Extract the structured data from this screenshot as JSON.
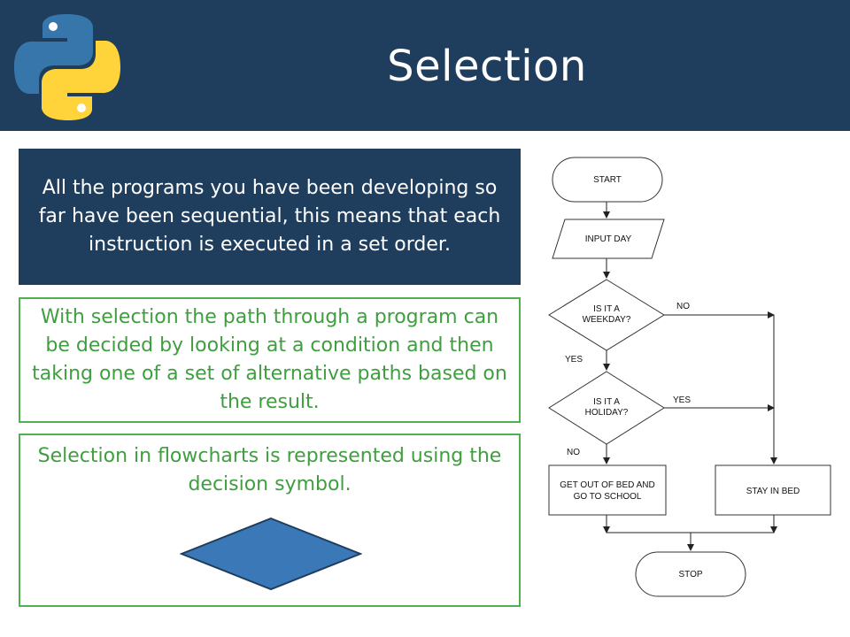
{
  "slide": {
    "title": "Selection"
  },
  "boxes": {
    "intro": "All the programs you have been developing so far have been sequential, this means that each instruction is executed in a set order.",
    "selection_explainer": "With selection the path through a program can be decided by looking at a condition and then taking one of a set of alternative paths based on the result.",
    "decision_symbol": "Selection in flowcharts is represented using the decision symbol."
  },
  "flowchart": {
    "start": "START",
    "input": "INPUT DAY",
    "decision1_line1": "IS IT A",
    "decision1_line2": "WEEKDAY?",
    "decision1_no": "NO",
    "decision1_yes": "YES",
    "decision2_line1": "IS IT A",
    "decision2_line2": "HOLIDAY?",
    "decision2_yes": "YES",
    "decision2_no": "NO",
    "process_left_line1": "GET OUT OF BED AND",
    "process_left_line2": "GO TO SCHOOL",
    "process_right": "STAY IN BED",
    "stop": "STOP"
  },
  "colors": {
    "header_bg": "#1f3e5e",
    "green_border": "#4fb04f",
    "green_text": "#3f9e3f",
    "decision_symbol_fill": "#3a78b8",
    "python_blue": "#3776ab",
    "python_yellow": "#ffd43b"
  },
  "icons": [
    "python-logo-icon"
  ]
}
